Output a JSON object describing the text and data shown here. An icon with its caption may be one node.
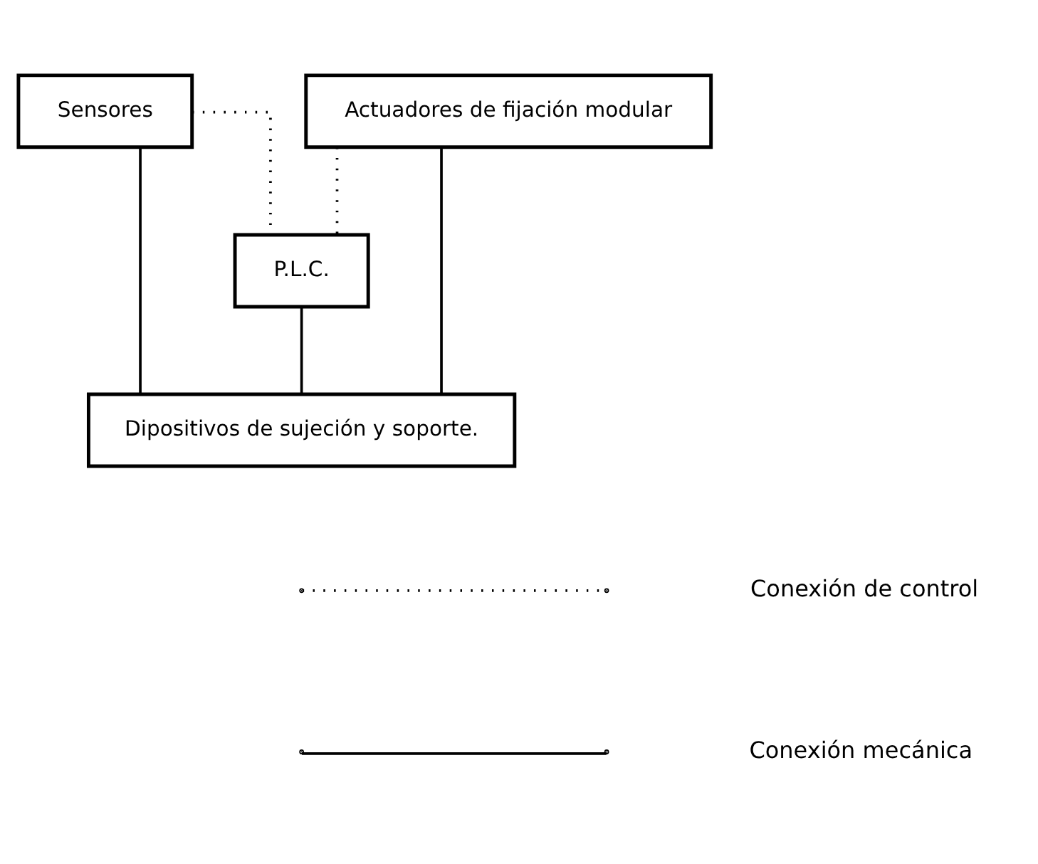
{
  "diagram": {
    "nodes": [
      {
        "text": [
          "Sensores"
        ]
      },
      {
        "text": [
          "Actuadores de fijación modular"
        ]
      },
      {
        "text": [
          "P.L.C."
        ]
      },
      {
        "text": [
          "Dipositivos de sujeción y soporte."
        ]
      }
    ],
    "edges": [
      {
        "from": 0,
        "to": 2,
        "arrow": "none",
        "style": "dashed"
      },
      {
        "from": 1,
        "to": 2,
        "arrow": "none",
        "style": "dashed"
      },
      {
        "from": 0,
        "to": 3,
        "arrow": "none"
      },
      {
        "from": 2,
        "to": 3,
        "arrow": "none"
      },
      {
        "from": 1,
        "to": 3,
        "arrow": "none"
      }
    ],
    "legend": [
      {
        "text": "Conexión de control"
      },
      {
        "text": "Conexión mecánica"
      }
    ]
  }
}
